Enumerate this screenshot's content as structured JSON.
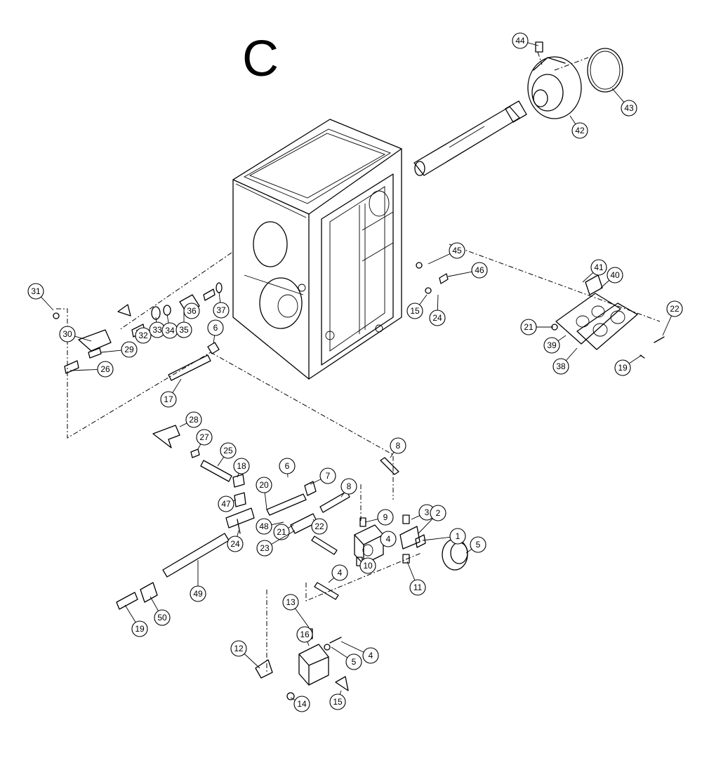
{
  "section_letter": "C",
  "part_callouts": [
    "44",
    "43",
    "42",
    "45",
    "46",
    "41",
    "40",
    "22",
    "21",
    "39",
    "38",
    "19",
    "15",
    "24",
    "31",
    "30",
    "32",
    "33",
    "34",
    "35",
    "36",
    "37",
    "6",
    "29",
    "26",
    "17",
    "28",
    "27",
    "25",
    "18",
    "47",
    "20",
    "21",
    "23",
    "22",
    "24",
    "48",
    "49",
    "50",
    "19",
    "6",
    "7",
    "8",
    "9",
    "4",
    "3",
    "2",
    "1",
    "5",
    "8",
    "10",
    "4",
    "11",
    "13",
    "16",
    "12",
    "14",
    "15",
    "4",
    "5"
  ]
}
